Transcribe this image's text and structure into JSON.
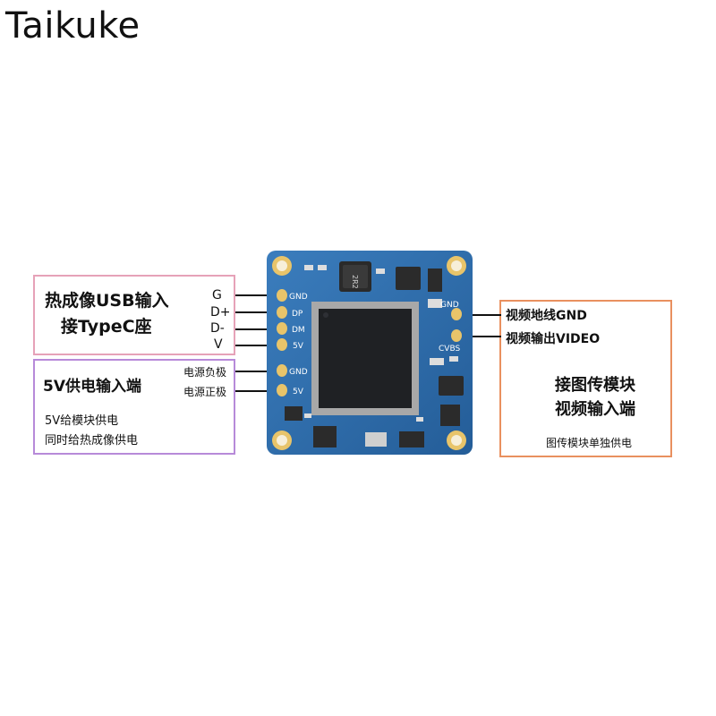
{
  "brand": "Taikuke",
  "usb_box": {
    "title_line1": "热成像USB输入",
    "title_line2": "接TypeC座",
    "pins": [
      "G",
      "D+",
      "D-",
      "V"
    ]
  },
  "power_box": {
    "title": "5V供电输入端",
    "desc_line1": "5V给模块供电",
    "desc_line2": "同时给热成像供电",
    "pins": [
      "电源负极",
      "电源正极"
    ]
  },
  "video_box": {
    "pins": [
      "视频地线GND",
      "视频输出VIDEO"
    ],
    "title_line1": "接图传模块",
    "title_line2": "视频输入端",
    "note": "图传模块单独供电"
  },
  "board": {
    "left_silk": [
      "GND",
      "DP",
      "DM",
      "5V",
      "GND",
      "5V"
    ],
    "right_silk": [
      "GND",
      "CVBS"
    ],
    "inductor_mark": "2R2",
    "colors": {
      "pcb": "#2f6fae",
      "pad": "#e8c46a",
      "chip": "#222428",
      "silk": "#ffffff"
    }
  }
}
